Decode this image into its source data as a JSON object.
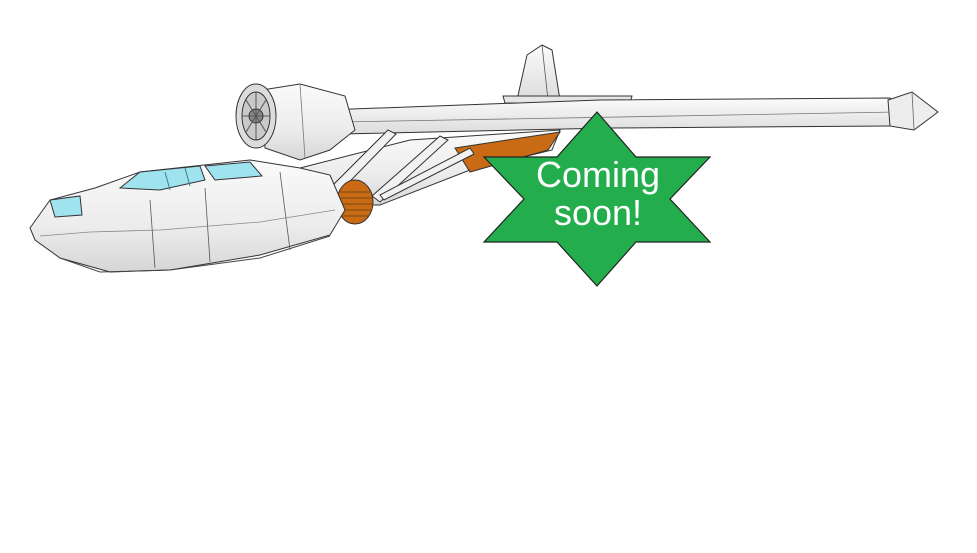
{
  "badge": {
    "line1": "Coming",
    "line2": "soon!",
    "fill_color": "#23ad4d",
    "text_color": "#ffffff"
  },
  "model": {
    "icon": "seaplane-3d-model",
    "hull_color": "#e9e9e9",
    "accent_color": "#c96a14",
    "glass_color": "#9fe3ef"
  }
}
